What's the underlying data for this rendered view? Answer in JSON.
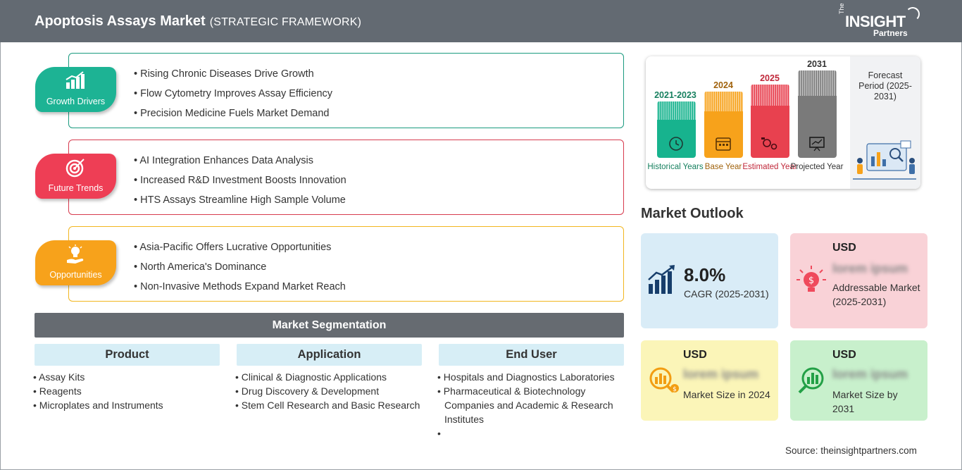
{
  "header": {
    "title": "Apoptosis Assays Market",
    "subtitle": "(STRATEGIC FRAMEWORK)",
    "logo": {
      "the": "The",
      "main": "INSIGHT",
      "partners": "Partners"
    }
  },
  "strategic": {
    "drivers": {
      "label": "Growth Drivers",
      "color": "#1db394",
      "items": [
        "Rising Chronic Diseases Drive Growth",
        "Flow Cytometry Improves Assay Efficiency",
        "Precision Medicine Fuels Market Demand"
      ]
    },
    "trends": {
      "label": "Future Trends",
      "color": "#ee3e55",
      "items": [
        "AI Integration Enhances Data Analysis",
        "Increased R&D Investment Boosts Innovation",
        "HTS Assays Streamline High Sample Volume"
      ]
    },
    "opportunities": {
      "label": "Opportunities",
      "color": "#f7a21b",
      "items": [
        "Asia-Pacific Offers Lucrative Opportunities",
        "North America's Dominance",
        "Non-Invasive Methods Expand Market Reach"
      ]
    }
  },
  "segmentation": {
    "title": "Market Segmentation",
    "columns": [
      {
        "head": "Product",
        "items": [
          "Assay Kits",
          "Reagents",
          "Microplates and Instruments"
        ]
      },
      {
        "head": "Application",
        "items": [
          "Clinical & Diagnostic Applications",
          "Drug Discovery & Development",
          "Stem Cell Research and Basic Research"
        ]
      },
      {
        "head": "End User",
        "items": [
          "Hospitals and Diagnostics Laboratories",
          "Pharmaceutical & Biotechnology Companies and Academic & Research Institutes",
          ""
        ]
      }
    ]
  },
  "timeline": {
    "bars": [
      {
        "year": "2021-2023",
        "caption": "Historical Years",
        "color": "#17b38e"
      },
      {
        "year": "2024",
        "caption": "Base Year",
        "color": "#f7a21b"
      },
      {
        "year": "2025",
        "caption": "Estimated Year",
        "color": "#e8414f"
      },
      {
        "year": "2031",
        "caption": "Projected Year",
        "color": "#7a7a7a"
      }
    ],
    "forecast": "Forecast Period (2025-2031)",
    "year_colors": [
      "#17805f",
      "#a0620c",
      "#c0283a",
      "#333333"
    ]
  },
  "outlook": {
    "title": "Market Outlook",
    "cagr": {
      "value": "8.0%",
      "label": "CAGR (2025-2031)",
      "bg": "#d9ecf7"
    },
    "addressable": {
      "usd": "USD",
      "blur": "lorem ipsum",
      "label": "Addressable Market (2025-2031)",
      "bg": "#f9d2d7"
    },
    "size2024": {
      "usd": "USD",
      "blur": "lorem ipsum",
      "label": "Market Size in 2024",
      "bg": "#fbf5b8"
    },
    "size2031": {
      "usd": "USD",
      "blur": "lorem ipsum",
      "label": "Market Size by 2031",
      "bg": "#c8f0cc"
    }
  },
  "source": "Source: theinsightpartners.com"
}
